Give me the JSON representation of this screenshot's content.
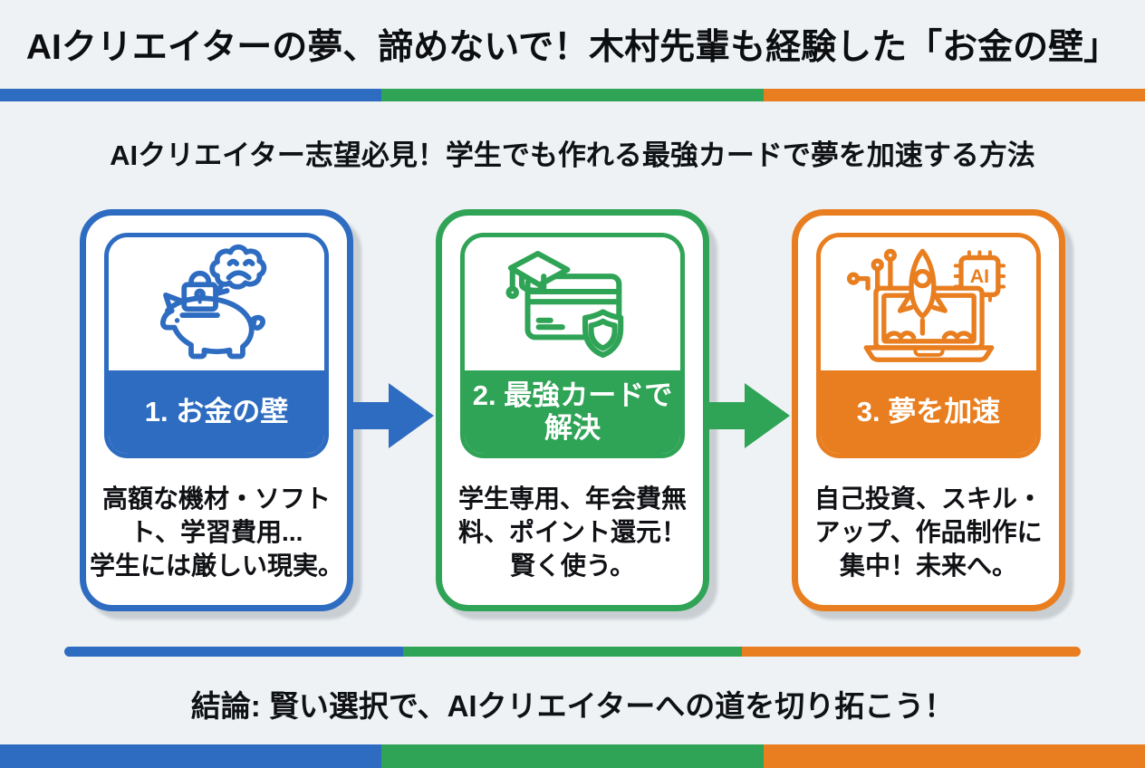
{
  "title": "AIクリエイターの夢、諦めないで！木村先輩も経験した「お金の壁」",
  "subtitle": "AIクリエイター志望必見！学生でも作れる最強カードで夢を加速する方法",
  "steps": [
    {
      "band": "1. お金の壁",
      "body": "高額な機材・ソフト\nト、学習費用...\n学生には厳しい現実。",
      "icon": "piggy-bank-lock-sad-cloud-icon",
      "accent": "#2d6cc0"
    },
    {
      "band": "2. 最強カードで\n解決",
      "body": "学生専用、年会費無\n料、ポイント還元！\n賢く使う。",
      "icon": "graduation-cap-card-shield-icon",
      "accent": "#2fa356"
    },
    {
      "band": "3. 夢を加速",
      "body": "自己投資、スキル・\nアップ、作品制作に\n集中！未来へ。",
      "icon": "laptop-rocket-ai-chip-icon",
      "accent": "#e87e1f"
    }
  ],
  "icons": {
    "ai_chip_label": "AI"
  },
  "conclusion": "結論: 賢い選択で、AIクリエイターへの道を切り拓こう！",
  "colors": {
    "blue": "#2d6cc0",
    "green": "#2fa356",
    "orange": "#e87e1f",
    "background": "#eef2f4",
    "text": "#101114",
    "band_text": "#ffffff",
    "card_shadow": "#c9ced3"
  }
}
